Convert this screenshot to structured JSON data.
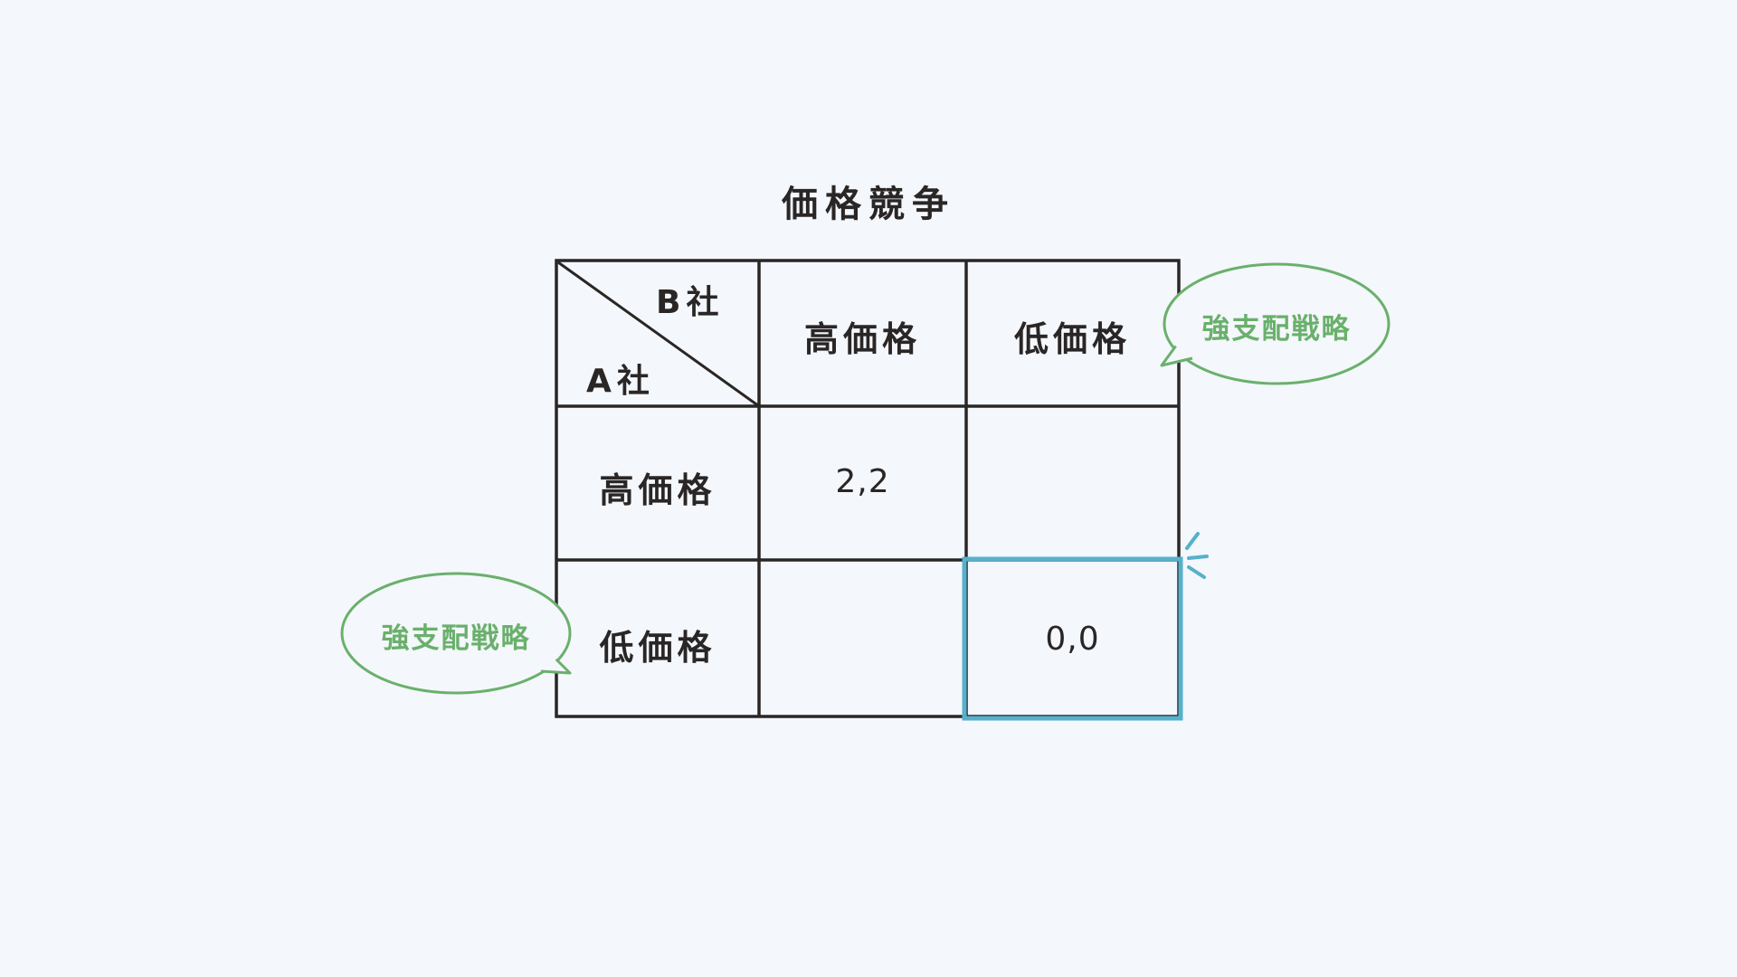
{
  "title": "価格競争",
  "corner": {
    "column_player": "B社",
    "row_player": "A社"
  },
  "column_headers": [
    "高価格",
    "低価格"
  ],
  "row_headers": [
    "高価格",
    "低価格"
  ],
  "payoffs": [
    [
      "2,2",
      ""
    ],
    [
      "",
      "0,0"
    ]
  ],
  "callouts": {
    "column_strategy": "強支配戦略",
    "row_strategy": "強支配戦略"
  },
  "colors": {
    "line": "#2a2626",
    "highlight": "#56b1cc",
    "callout": "#6ab06c",
    "background": "#f4f7fb"
  }
}
